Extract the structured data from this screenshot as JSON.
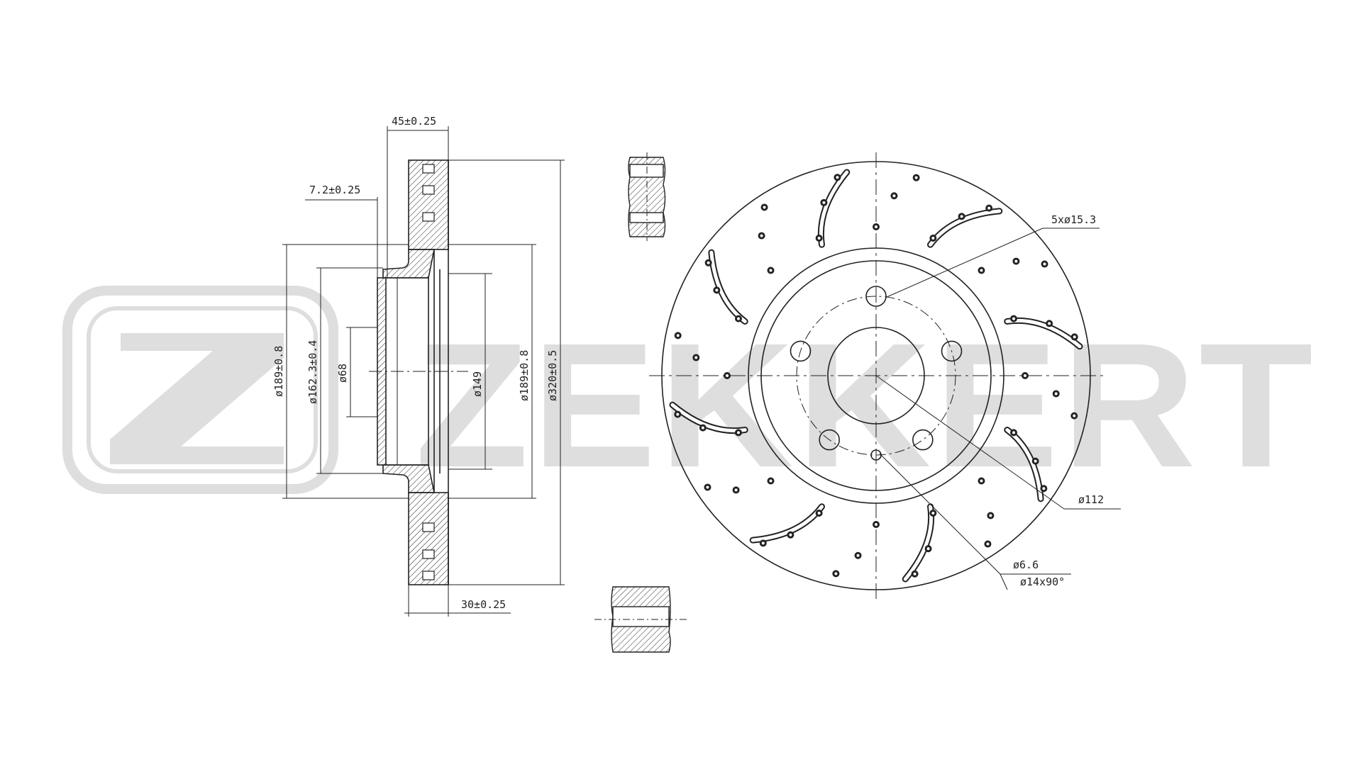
{
  "brand": {
    "watermark_text": "ZEKKERT",
    "watermark_color": "#dedede"
  },
  "colors": {
    "line": "#222222",
    "background": "#ffffff"
  },
  "side_view": {
    "dim_width_total": "45±0.25",
    "dim_hat_thickness": "7.2±0.25",
    "dim_disc_thickness": "30±0.25",
    "dim_d189_left": "ø189±0.8",
    "dim_d162": "ø162.3±0.4",
    "dim_d68": "ø68",
    "dim_d149": "ø149",
    "dim_d189_right": "ø189±0.8",
    "dim_d320": "ø320±0.5"
  },
  "front_view": {
    "bolt_holes_label": "5xø15.3",
    "pcd_label": "ø112",
    "hole_label": "ø6.6",
    "chamfer_label": "ø14x90°",
    "bolt_count": 5,
    "slot_count": 8
  }
}
